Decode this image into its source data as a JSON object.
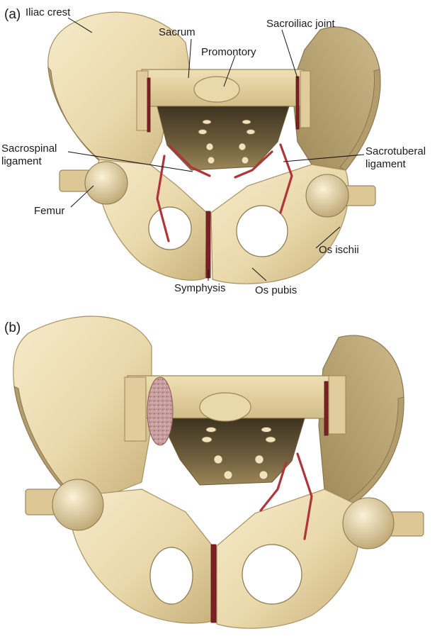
{
  "panels": [
    {
      "id": "a",
      "panel_label": "(a)",
      "labels": {
        "iliac_crest": "Iliac crest",
        "sacrum": "Sacrum",
        "sacroiliac_joint": "Sacroiliac joint",
        "promontory": "Promontory",
        "sacrospinal_ligament_line1": "Sacrospinal",
        "sacrospinal_ligament_line2": "ligament",
        "sacrotuberal_ligament_line1": "Sacrotuberal",
        "sacrotuberal_ligament_line2": "ligament",
        "femur": "Femur",
        "os_ischii": "Os ischii",
        "symphysis": "Symphysis",
        "os_pubis": "Os pubis"
      }
    },
    {
      "id": "b",
      "panel_label": "(b)"
    }
  ],
  "colors": {
    "bone_light": "#f2e4bd",
    "bone_mid": "#ddc894",
    "bone_shadow": "#a8925f",
    "ligament": "#b0353a",
    "joint": "#7c2024",
    "cartilage_patch": "#c9a1a1"
  }
}
